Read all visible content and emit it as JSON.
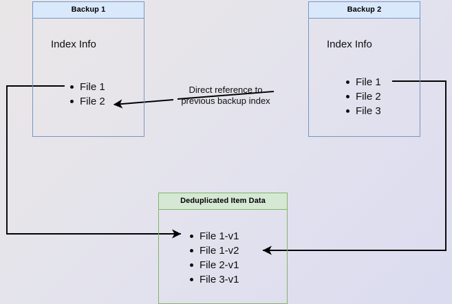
{
  "diagram": {
    "title": "Backup deduplication reference diagram",
    "background_from": "#e9e6e8",
    "background_to": "#dcdcf1",
    "blue_border": "#7795c4",
    "blue_header_fill": "#dae8fc",
    "green_border": "#82b366",
    "green_header_fill": "#d5e8d4",
    "connector_color": "#000000"
  },
  "backup1": {
    "header": "Backup 1",
    "index_label": "Index Info",
    "files": [
      {
        "label": "File 1"
      },
      {
        "label": "File 2"
      }
    ]
  },
  "backup2": {
    "header": "Backup 2",
    "index_label": "Index Info",
    "files": [
      {
        "label": "File 1"
      },
      {
        "label": "File 2"
      },
      {
        "label": "File 3"
      }
    ]
  },
  "dedup": {
    "header": "Deduplicated Item Data",
    "items": [
      {
        "label": "File 1-v1"
      },
      {
        "label": "File 1-v2"
      },
      {
        "label": "File 2-v1"
      },
      {
        "label": "File 3-v1"
      }
    ]
  },
  "annotation": {
    "line1": "Direct reference to",
    "line2": "previous backup index"
  }
}
